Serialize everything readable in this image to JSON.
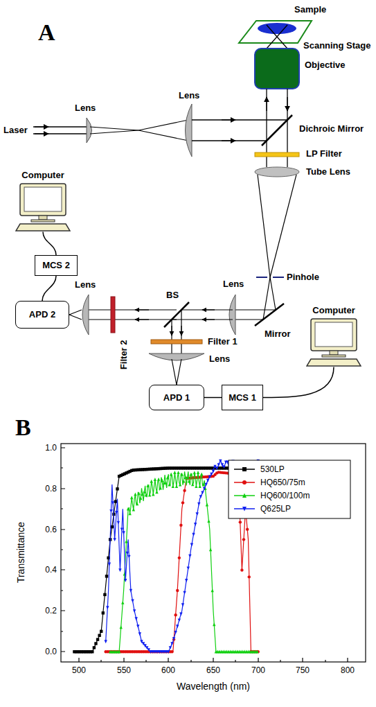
{
  "diagram": {
    "nodes": [
      {
        "text": [
          "Computer"
        ]
      },
      {
        "text": [
          "MCS 2"
        ]
      },
      {
        "text": [
          "APD 2"
        ]
      },
      {
        "text": [
          "APD 1"
        ]
      },
      {
        "text": [
          "MCS 1"
        ]
      },
      {
        "text": [
          "Computer"
        ]
      }
    ],
    "edges": [
      {
        "from": 0,
        "to": 1,
        "arrow": "none"
      },
      {
        "from": 1,
        "to": 2,
        "arrow": "none"
      },
      {
        "from": 3,
        "to": 4,
        "arrow": "none"
      },
      {
        "from": 4,
        "to": 5,
        "arrow": "none"
      }
    ],
    "labels": [
      "A",
      "Sample",
      "Scanning Stage",
      "Objective",
      "Lens",
      "Lens",
      "Laser",
      "Dichroic Mirror",
      "LP Filter",
      "Tube Lens",
      "Pinhole",
      "Mirror",
      "Lens",
      "BS",
      "Lens",
      "Filter 2",
      "Filter 1",
      "Lens",
      "B",
      "0.0",
      "0.2",
      "0.4",
      "0.6",
      "0.8",
      "1.0",
      "500",
      "550",
      "600",
      "650",
      "700",
      "750",
      "800",
      "Transmittance",
      "Wavelength (nm)"
    ],
    "legend": [
      {
        "text": "530LP"
      },
      {
        "text": "HQ650/75m"
      },
      {
        "text": "HQ600/100m"
      },
      {
        "text": "Q625LP"
      }
    ]
  }
}
